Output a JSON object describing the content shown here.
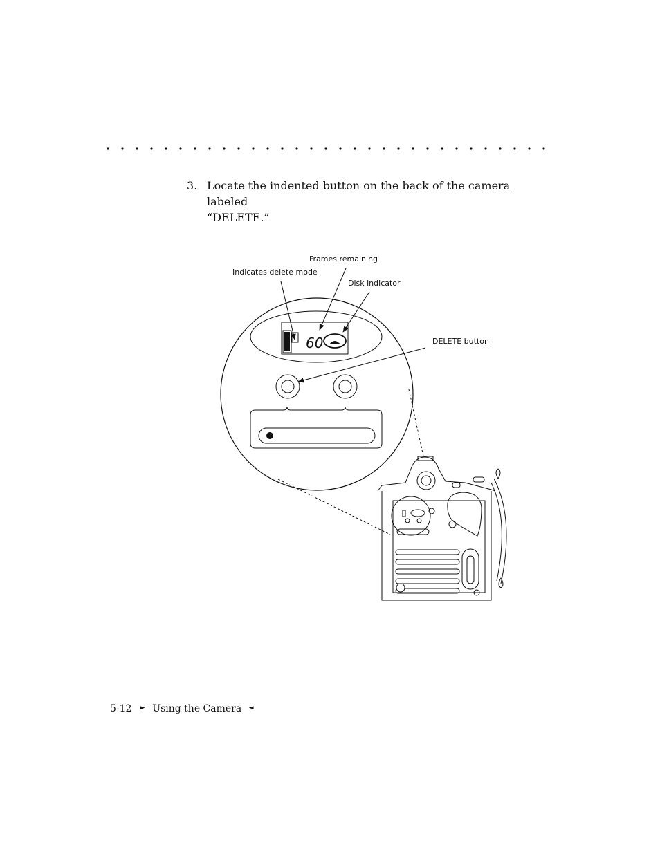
{
  "step": {
    "number": "3.",
    "text_line1": "Locate the indented button on the back of the camera labeled",
    "text_line2": "“DELETE.”"
  },
  "figure": {
    "lcd_readout": "60",
    "labels": {
      "frames_remaining": "Frames remaining",
      "indicates_delete_mode": "Indicates delete mode",
      "disk_indicator": "Disk indicator",
      "delete_button": "DELETE button"
    }
  },
  "footer": {
    "page_number": "5-12",
    "section": "Using the Camera",
    "arrow_right": "►",
    "arrow_left": "◄"
  }
}
